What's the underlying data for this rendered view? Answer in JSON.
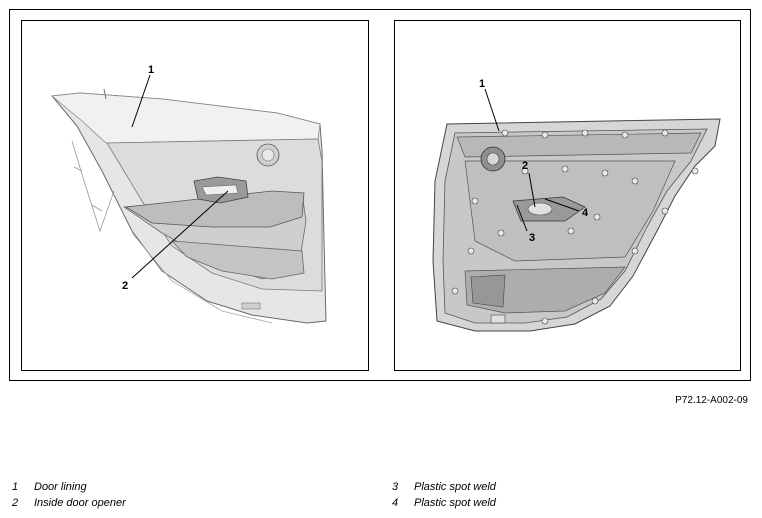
{
  "callouts": {
    "left": [
      "1",
      "2"
    ],
    "right": [
      "1",
      "2",
      "3",
      "4"
    ]
  },
  "figure_ref": "P72.12-A002-09",
  "legend": [
    {
      "num": "1",
      "label": "Door lining"
    },
    {
      "num": "2",
      "label": "Inside door opener"
    },
    {
      "num": "3",
      "label": "Plastic spot weld"
    },
    {
      "num": "4",
      "label": "Plastic spot weld"
    }
  ]
}
